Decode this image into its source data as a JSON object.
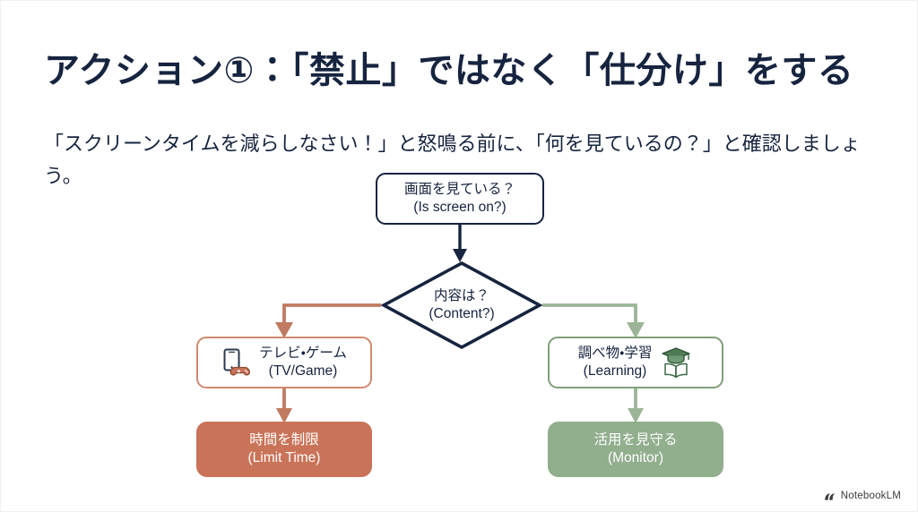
{
  "slide": {
    "title": "アクション①：「禁止」ではなく「仕分け」をする",
    "subtitle": "「スクリーンタイムを減らしなさい！」と怒鳴る前に、「何を見ているの？」と確認しましょう。"
  },
  "flow": {
    "root": {
      "ja": "画面を見ている？",
      "en": "(Is screen on?)"
    },
    "decision": {
      "ja": "内容は？",
      "en": "(Content?)"
    },
    "branches": [
      {
        "id": "tv-game",
        "ja": "テレビ・ゲーム",
        "en": "(TV/Game)",
        "icons": [
          "tablet-icon",
          "gamepad-icon"
        ],
        "border_color": "#d08a6f"
      },
      {
        "id": "learning",
        "ja": "調べ物・学習",
        "en": "(Learning)",
        "icons": [
          "graduation-cap-icon",
          "open-book-icon"
        ],
        "border_color": "#7fa079"
      }
    ],
    "outcomes": [
      {
        "id": "limit-time",
        "ja": "時間を制限",
        "en": "(Limit Time)",
        "fill_color": "#c97358"
      },
      {
        "id": "monitor",
        "ja": "活用を見守る",
        "en": "(Monitor)",
        "fill_color": "#91ae8d"
      }
    ],
    "connector_colors": {
      "root": "#16243f",
      "left_branch": "#c07a60",
      "right_branch": "#9cb497"
    }
  },
  "watermark": {
    "label": "NotebookLM",
    "icon": "notebooklm-logo-icon"
  },
  "colors": {
    "ink": "#16243f",
    "terracotta": "#c97358",
    "sage": "#91ae8d",
    "background": "#ffffff"
  }
}
